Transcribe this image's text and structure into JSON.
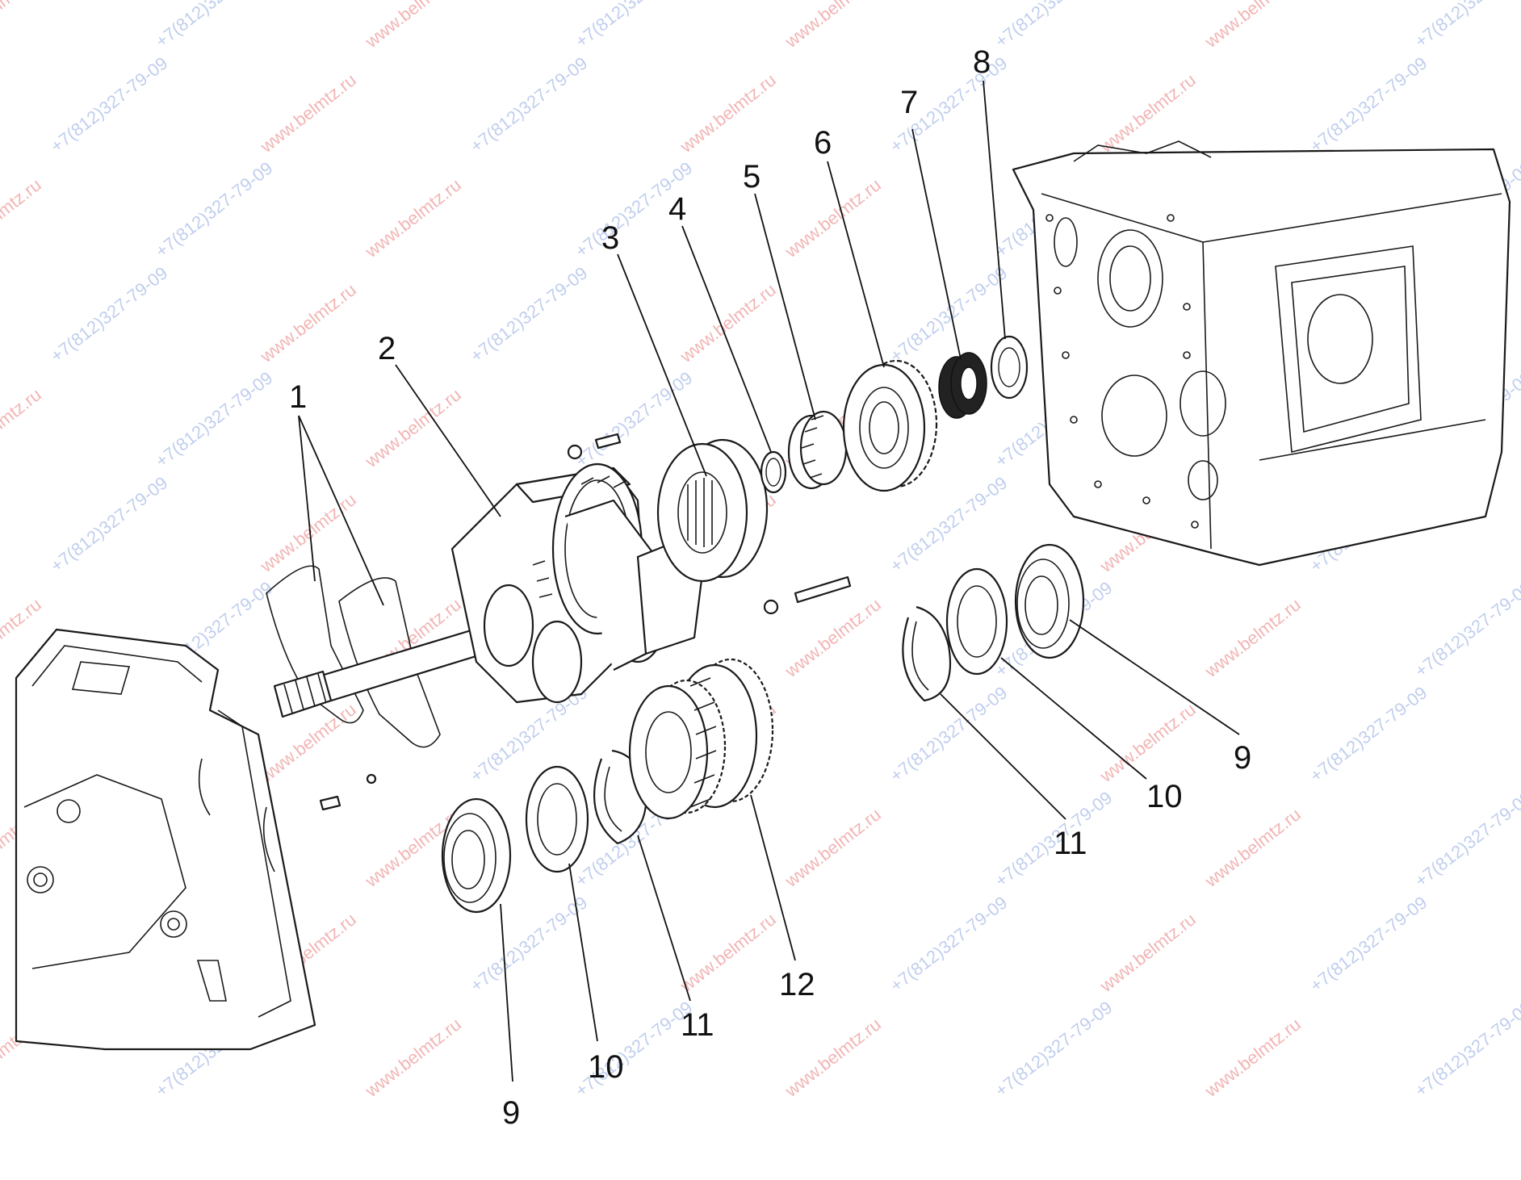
{
  "watermarks": [
    {
      "text": "www.belmtz.ru",
      "color": "#e87878"
    },
    {
      "text": "+7(812)327-79-09",
      "color": "#8ea7e0"
    }
  ],
  "callouts": [
    {
      "id": "1",
      "label": "1"
    },
    {
      "id": "2",
      "label": "2"
    },
    {
      "id": "3",
      "label": "3"
    },
    {
      "id": "4",
      "label": "4"
    },
    {
      "id": "5",
      "label": "5"
    },
    {
      "id": "6",
      "label": "6"
    },
    {
      "id": "7",
      "label": "7"
    },
    {
      "id": "8",
      "label": "8"
    },
    {
      "id": "9a",
      "label": "9"
    },
    {
      "id": "10a",
      "label": "10"
    },
    {
      "id": "11a",
      "label": "11"
    },
    {
      "id": "9b",
      "label": "9"
    },
    {
      "id": "10b",
      "label": "10"
    },
    {
      "id": "11b",
      "label": "11"
    },
    {
      "id": "12",
      "label": "12"
    }
  ]
}
